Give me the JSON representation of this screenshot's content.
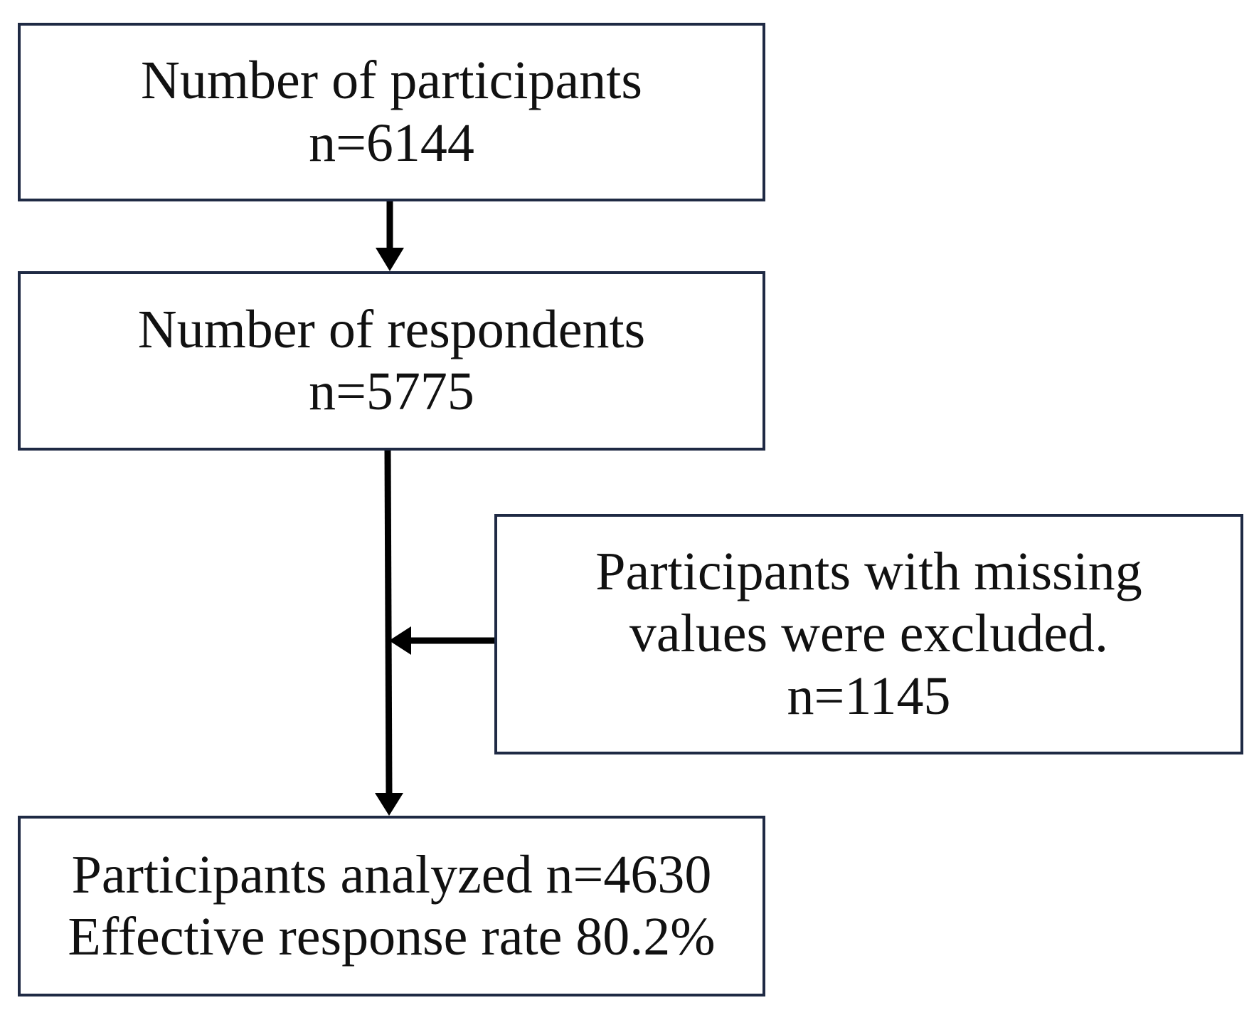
{
  "flowchart": {
    "participants": {
      "line1": "Number of participants",
      "line2": "n=6144"
    },
    "respondents": {
      "line1": "Number of respondents",
      "line2": "n=5775"
    },
    "excluded": {
      "line1": "Participants with missing",
      "line2": "values were excluded.",
      "line3": "n=1145"
    },
    "analyzed": {
      "line1": "Participants analyzed n=4630",
      "line2": "Effective response rate 80.2%"
    }
  },
  "colors": {
    "box_border": "#1f2a44",
    "arrow": "#000000",
    "text": "#111111",
    "background": "#ffffff"
  }
}
